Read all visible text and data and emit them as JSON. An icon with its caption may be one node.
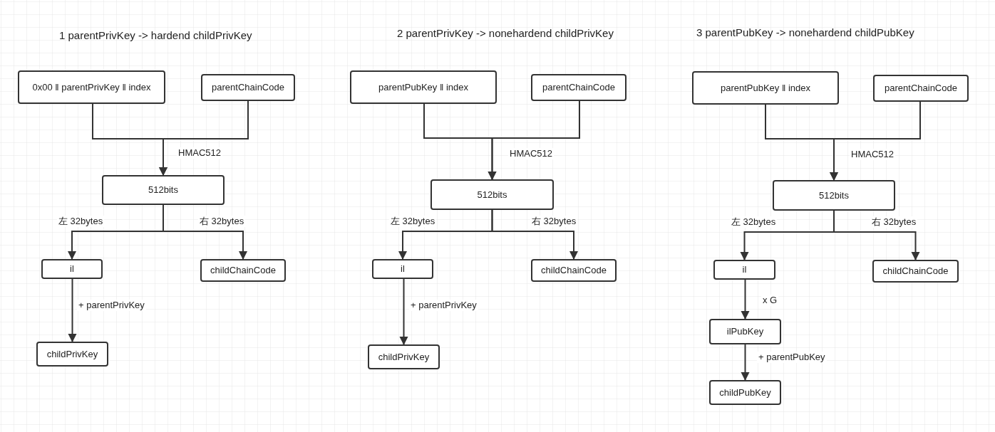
{
  "diagram": {
    "nodes": [
      {
        "text": [
          "0x00 ‖ parentPrivKey ‖ index"
        ]
      },
      {
        "text": [
          "parentChainCode"
        ]
      },
      {
        "text": [
          "512bits"
        ]
      },
      {
        "text": [
          "il"
        ]
      },
      {
        "text": [
          "childChainCode"
        ]
      },
      {
        "text": [
          "childPrivKey"
        ]
      },
      {
        "text": [
          "parentPubKey ‖ index"
        ]
      },
      {
        "text": [
          "parentChainCode"
        ]
      },
      {
        "text": [
          "512bits"
        ]
      },
      {
        "text": [
          "il"
        ]
      },
      {
        "text": [
          "childChainCode"
        ]
      },
      {
        "text": [
          "childPrivKey"
        ]
      },
      {
        "text": [
          "parentPubKey ‖ index"
        ]
      },
      {
        "text": [
          "parentChainCode"
        ]
      },
      {
        "text": [
          "512bits"
        ]
      },
      {
        "text": [
          "il"
        ]
      },
      {
        "text": [
          "childChainCode"
        ]
      },
      {
        "text": [
          "ilPubKey"
        ]
      },
      {
        "text": [
          "childPubKey"
        ]
      }
    ],
    "edges": [
      {
        "from": 0,
        "to": 2,
        "arrow": "to",
        "label": "HMAC512"
      },
      {
        "from": 1,
        "to": 2,
        "arrow": "to"
      },
      {
        "from": 2,
        "to": 3,
        "arrow": "to",
        "label": "左 32bytes"
      },
      {
        "from": 2,
        "to": 4,
        "arrow": "to",
        "label": "右 32bytes"
      },
      {
        "from": 3,
        "to": 5,
        "arrow": "to",
        "label": "+ parentPrivKey"
      },
      {
        "from": 6,
        "to": 8,
        "arrow": "to",
        "label": "HMAC512"
      },
      {
        "from": 7,
        "to": 8,
        "arrow": "to"
      },
      {
        "from": 8,
        "to": 9,
        "arrow": "to",
        "label": "左 32bytes"
      },
      {
        "from": 8,
        "to": 10,
        "arrow": "to",
        "label": "右 32bytes"
      },
      {
        "from": 9,
        "to": 11,
        "arrow": "to",
        "label": "+ parentPrivKey"
      },
      {
        "from": 12,
        "to": 14,
        "arrow": "to",
        "label": "HMAC512"
      },
      {
        "from": 13,
        "to": 14,
        "arrow": "to"
      },
      {
        "from": 14,
        "to": 15,
        "arrow": "to",
        "label": "左 32bytes"
      },
      {
        "from": 14,
        "to": 16,
        "arrow": "to",
        "label": "右 32bytes"
      },
      {
        "from": 15,
        "to": 17,
        "arrow": "to",
        "label": "x G"
      },
      {
        "from": 17,
        "to": 18,
        "arrow": "to",
        "label": "+ parentPubKey"
      }
    ],
    "labels": [
      "1 parentPrivKey -> hardend childPrivKey",
      "2 parentPrivKey -> nonehardend childPrivKey",
      "3 parentPubKey -> nonehardend childPubKey"
    ]
  }
}
